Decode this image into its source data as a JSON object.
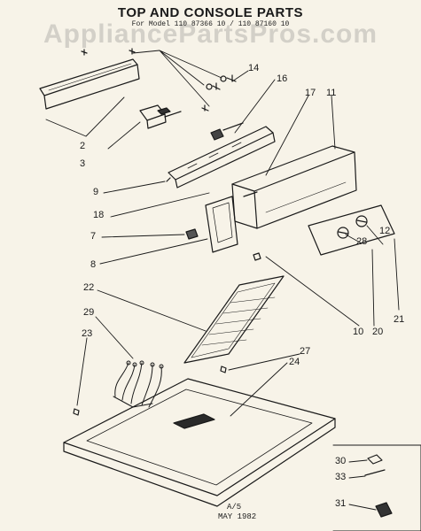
{
  "header": {
    "title": "TOP AND CONSOLE PARTS",
    "subtitle": "For Model 110 87366 10 / 110 87160 10",
    "watermark": "AppliancePartsPros.com"
  },
  "callouts": {
    "n2": "2",
    "n3": "3",
    "n7": "7",
    "n8": "8",
    "n9": "9",
    "n10": "10",
    "n11": "11",
    "n12": "12",
    "n14": "14",
    "n16": "16",
    "n17": "17",
    "n18": "18",
    "n20": "20",
    "n21": "21",
    "n22": "22",
    "n23": "23",
    "n24": "24",
    "n27": "27",
    "n28": "28",
    "n29": "29",
    "n30": "30",
    "n31": "31",
    "n33": "33"
  },
  "footer": {
    "code": "A/5",
    "date": "MAY 1982"
  },
  "colors": {
    "ink": "#1a1a1a",
    "paper": "#f7f3e8"
  }
}
